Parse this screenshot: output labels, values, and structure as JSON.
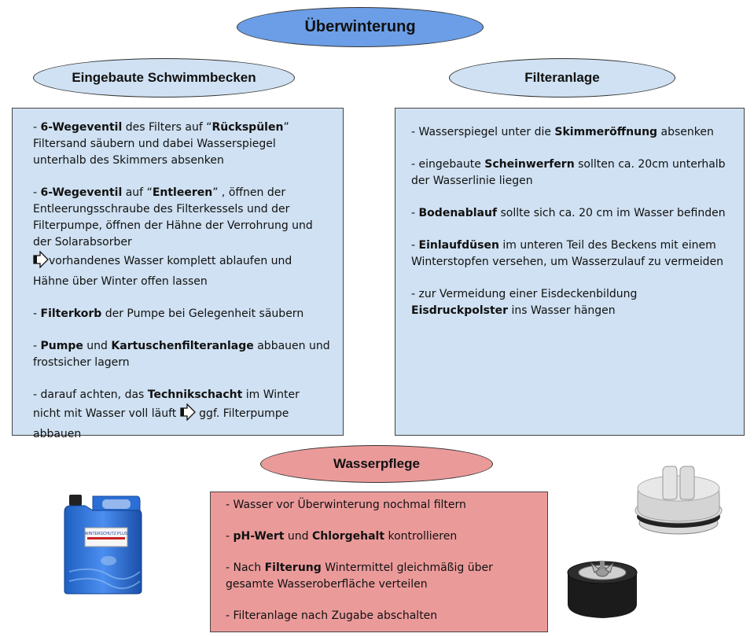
{
  "title": "Überwinterung",
  "left": {
    "heading": "Eingebaute Schwimmbecken",
    "items": [
      {
        "t1": "- ",
        "b1": "6-Wegeventil",
        "t2": " des Filters auf “",
        "b2": "Rückspülen",
        "t3": "” Filtersand säubern und dabei Wasserspiegel unterhalb des Skimmers absenken"
      },
      {
        "t1": "- ",
        "b1": "6-Wegeventil",
        "t2": " auf “",
        "b2": "Entleeren",
        "t3": "” , öffnen der Entleerungsschraube des Filterkessels und der Filterpumpe, öffnen der Hähne der Verrohrung und der Solarabsorber",
        "t4": "vorhandenes Wasser komplett ablaufen und Hähne über Winter offen lassen"
      },
      {
        "t1": "- ",
        "b1": "Filterkorb",
        "t2": " der Pumpe bei Gelegenheit säubern"
      },
      {
        "t1": "- ",
        "b1": "Pumpe",
        "t2": " und ",
        "b2": "Kartuschenfilteranlage",
        "t3": " abbauen und frostsicher lagern"
      },
      {
        "t1": "- darauf achten, das ",
        "b1": "Technikschacht",
        "t2": " im Winter nicht mit Wasser voll läuft ",
        "t3": " ggf. Filterpumpe abbauen"
      }
    ]
  },
  "right": {
    "heading": "Filteranlage",
    "items": [
      {
        "t1": "- Wasserspiegel unter die ",
        "b1": "Skimmeröffnung",
        "t2": " absenken"
      },
      {
        "t1": "- eingebaute ",
        "b1": "Scheinwerfern",
        "t2": " sollten  ca. 20cm unterhalb der Wasserlinie liegen"
      },
      {
        "t1": "- ",
        "b1": "Bodenablauf",
        "t2": " sollte sich ca. 20 cm im Wasser befinden"
      },
      {
        "t1": "- ",
        "b1": "Einlaufdüsen",
        "t2": " im unteren Teil des Beckens mit einem Winterstopfen versehen, um Wasserzulauf zu vermeiden"
      },
      {
        "t1": "- zur Vermeidung einer Eisdeckenbildung ",
        "b1": "Eisdruckpolster",
        "t2": " ins Wasser hängen"
      }
    ]
  },
  "pflege": {
    "heading": "Wasserpflege",
    "items": [
      {
        "t1": "- Wasser vor Überwinterung nochmal filtern"
      },
      {
        "b1": "pH-Wert",
        "t1": " und ",
        "b2": "Chlorgehalt",
        "t2": " kontrollieren",
        "t0": "- "
      },
      {
        "t1": "- Nach ",
        "b1": "Filterung",
        "t2": " Wintermittel gleichmäßig über gesamte Wasseroberfläche verteilen"
      },
      {
        "t1": "- Filteranlage nach Zugabe abschalten"
      }
    ]
  },
  "canister_label": "WINTERSCHUTZ PLUS",
  "colors": {
    "title": "#6b9ee6",
    "panel": "#cfe1f2",
    "pflege": "#eb9a9a"
  }
}
